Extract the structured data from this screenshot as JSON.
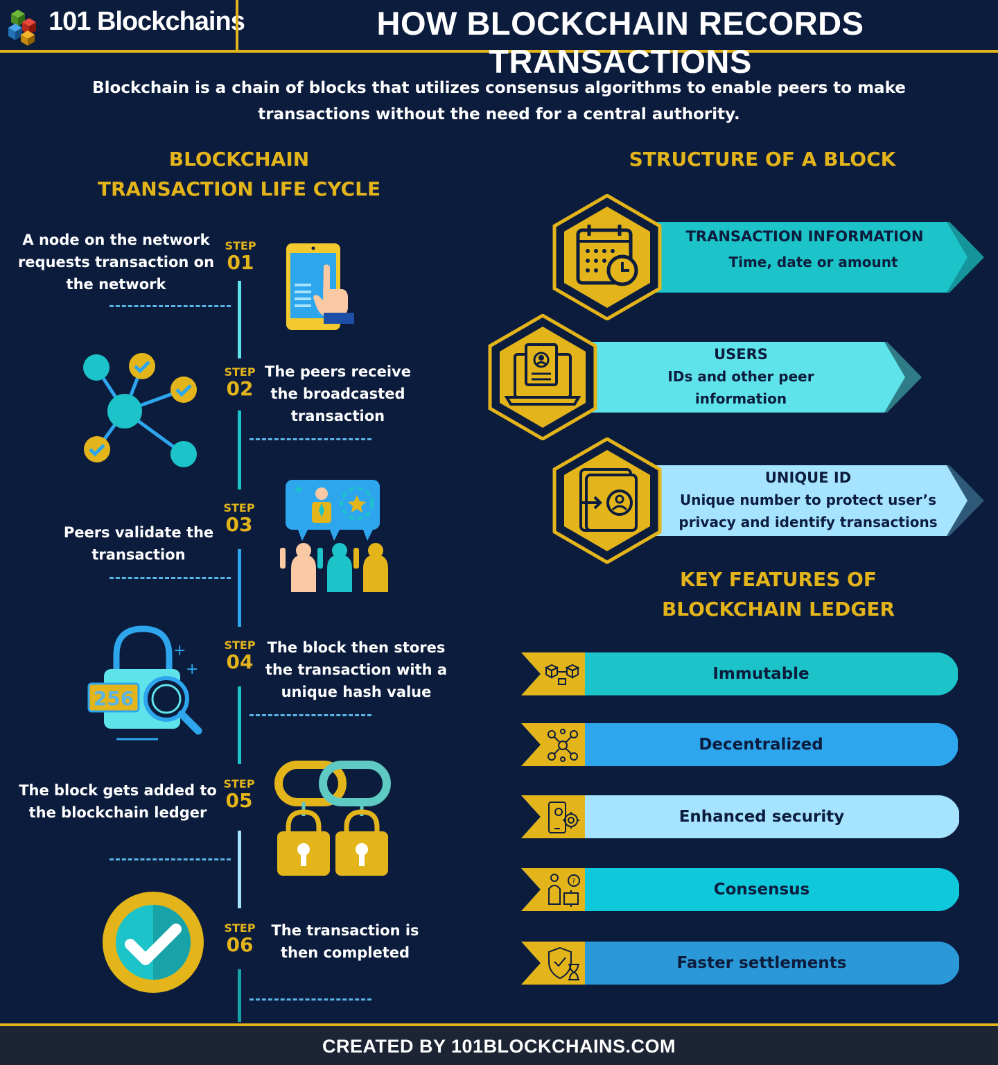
{
  "header": {
    "brand": "101 Blockchains",
    "title": "HOW BLOCKCHAIN RECORDS TRANSACTIONS"
  },
  "intro": "Blockchain is a chain of blocks that utilizes consensus algorithms to enable peers to make transactions without the need for a central authority.",
  "lifecycle": {
    "title_line1": "BLOCKCHAIN",
    "title_line2": "TRANSACTION LIFE CYCLE",
    "step_word": "STEP",
    "steps": [
      {
        "num": "01",
        "text": "A node on the network requests transaction on the network",
        "icon": "tablet-touch-icon"
      },
      {
        "num": "02",
        "text": "The peers receive the broadcasted transaction",
        "icon": "network-nodes-icon"
      },
      {
        "num": "03",
        "text": "Peers validate the transaction",
        "icon": "peers-vote-icon"
      },
      {
        "num": "04",
        "text": "The block then stores the transaction with a unique hash value",
        "icon": "hash-lock-icon",
        "hash_value": "256"
      },
      {
        "num": "05",
        "text": "The block gets added to the blockchain ledger",
        "icon": "chain-locks-icon"
      },
      {
        "num": "06",
        "text": "The transaction is then completed",
        "icon": "checkmark-circle-icon"
      }
    ]
  },
  "structure": {
    "title": "STRUCTURE OF A BLOCK",
    "items": [
      {
        "title": "TRANSACTION INFORMATION",
        "desc": "Time, date or amount",
        "icon": "calendar-clock-icon",
        "color": "#1cc3c8"
      },
      {
        "title": "USERS",
        "desc": "IDs and other peer information",
        "icon": "laptop-profile-icon",
        "color": "#5fe3ea"
      },
      {
        "title": "UNIQUE ID",
        "desc": "Unique number to protect user’s privacy and identify transactions",
        "icon": "id-login-icon",
        "color": "#a6e3ff"
      }
    ]
  },
  "features": {
    "title_line1": "KEY FEATURES OF",
    "title_line2": "BLOCKCHAIN LEDGER",
    "items": [
      {
        "label": "Immutable",
        "icon": "blocks-icon",
        "color": "#1cc3c8"
      },
      {
        "label": "Decentralized",
        "icon": "decentralized-network-icon",
        "color": "#2ea6ee"
      },
      {
        "label": "Enhanced security",
        "icon": "phone-gear-icon",
        "color": "#a6e3ff"
      },
      {
        "label": "Consensus",
        "icon": "people-puzzle-icon",
        "color": "#0fc8dc"
      },
      {
        "label": "Faster settlements",
        "icon": "shield-hourglass-icon",
        "color": "#2b99d8"
      }
    ]
  },
  "footer": "CREATED BY 101BLOCKCHAINS.COM",
  "colors": {
    "background": "#0c1c3d",
    "gold": "#e3b51b",
    "teal": "#1cc3c8"
  }
}
